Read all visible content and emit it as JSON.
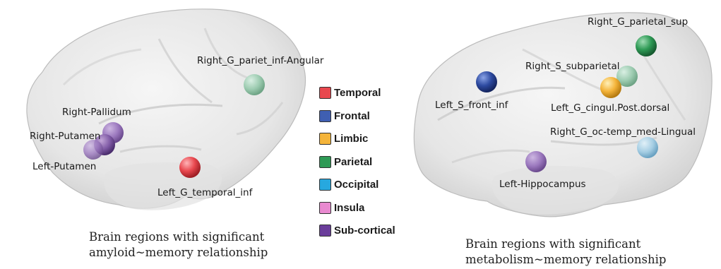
{
  "left_panel": {
    "caption_line1": "Brain regions with significant",
    "caption_line2": "amyloid~memory relationship",
    "regions": [
      {
        "label": "Right_G_pariet_inf-Angular",
        "category": "Parietal"
      },
      {
        "label": "Right-Pallidum",
        "category": "Sub-cortical"
      },
      {
        "label": "Right-Putamen",
        "category": "Sub-cortical"
      },
      {
        "label": "Left-Putamen",
        "category": "Sub-cortical"
      },
      {
        "label": "Left_G_temporal_inf",
        "category": "Temporal"
      }
    ]
  },
  "right_panel": {
    "caption_line1": "Brain regions with significant",
    "caption_line2": "metabolism~memory relationship",
    "regions": [
      {
        "label": "Right_G_parietal_sup",
        "category": "Parietal"
      },
      {
        "label": "Right_S_subparietal",
        "category": "Parietal"
      },
      {
        "label": "Left_S_front_inf",
        "category": "Frontal"
      },
      {
        "label": "Left_G_cingul.Post.dorsal",
        "category": "Limbic"
      },
      {
        "label": "Right_G_oc-temp_med-Lingual",
        "category": "Occipital"
      },
      {
        "label": "Left-Hippocampus",
        "category": "Sub-cortical"
      }
    ]
  },
  "legend": [
    {
      "label": "Temporal",
      "color": "#e8474e"
    },
    {
      "label": "Frontal",
      "color": "#3f5fb2"
    },
    {
      "label": "Limbic",
      "color": "#f4b43a"
    },
    {
      "label": "Parietal",
      "color": "#2e9a55"
    },
    {
      "label": "Occipital",
      "color": "#27a8df"
    },
    {
      "label": "Insula",
      "color": "#e98ad0"
    },
    {
      "label": "Sub-cortical",
      "color": "#6a3d9a"
    }
  ]
}
